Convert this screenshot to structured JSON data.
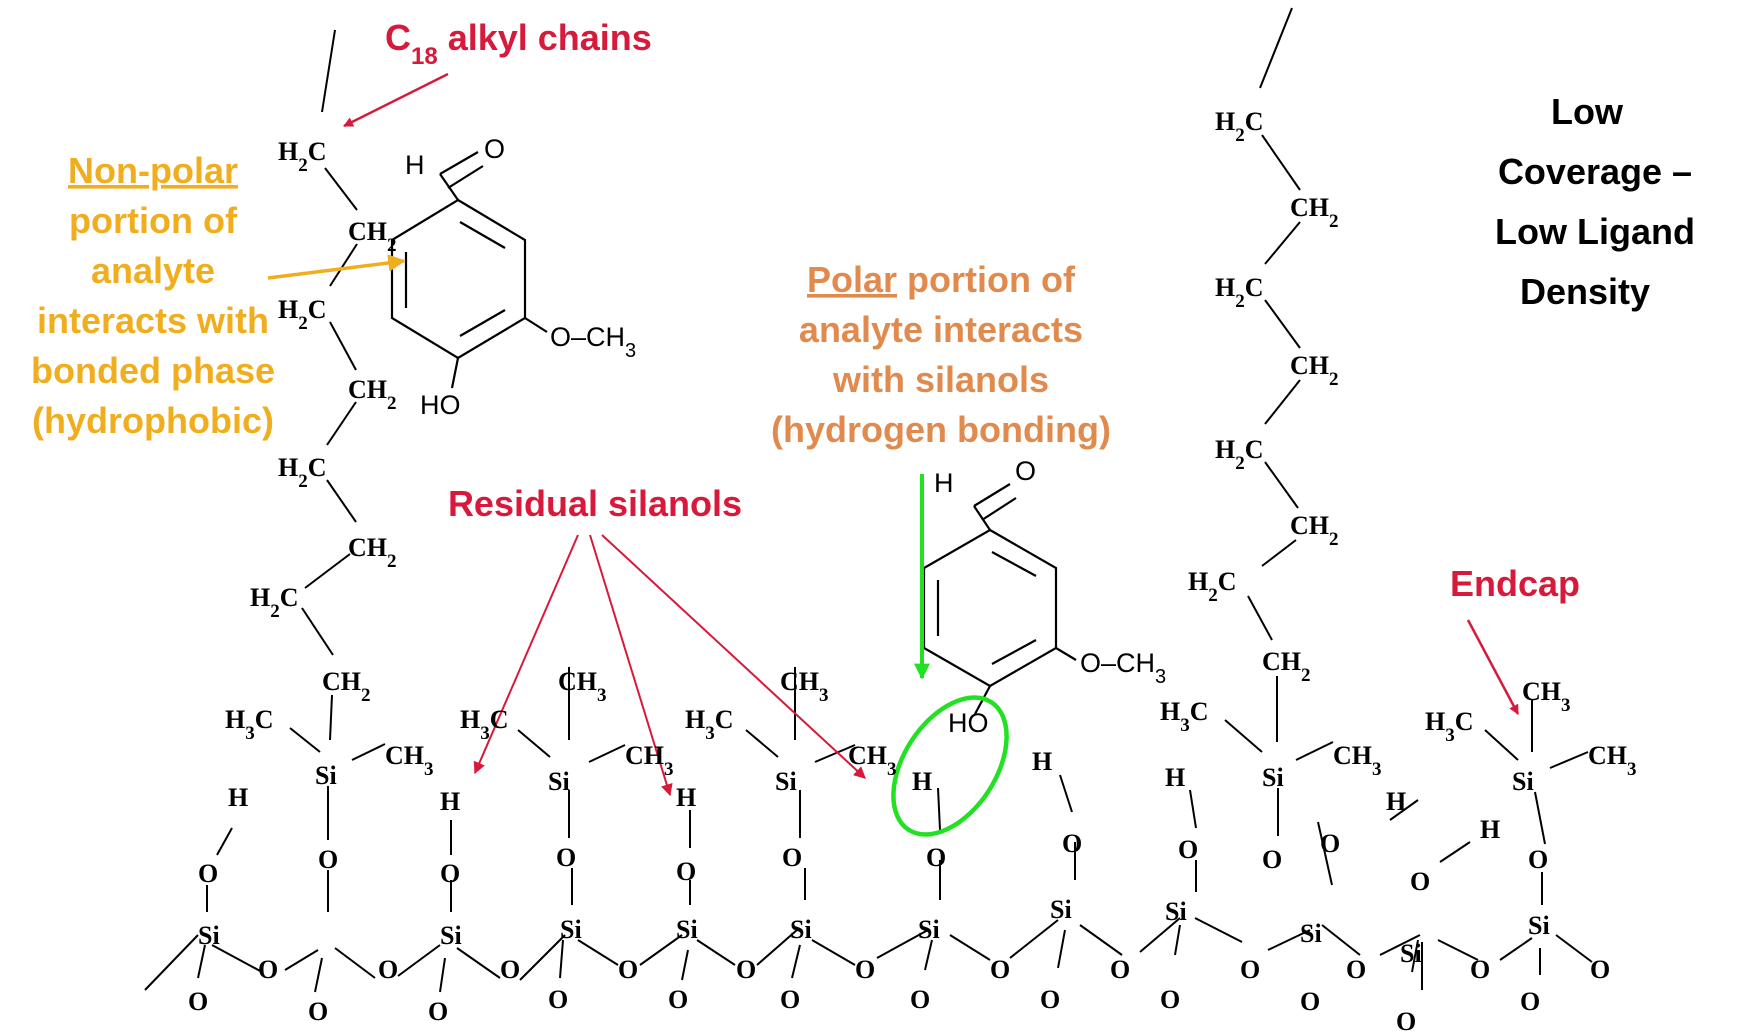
{
  "labels": {
    "c18_pre": "C",
    "c18_sub": "18",
    "c18_post": " alkyl chains",
    "nonpolar_underlined": "Non-polar",
    "nonpolar_line2": "portion of",
    "nonpolar_line3": "analyte",
    "nonpolar_line4": "interacts with",
    "nonpolar_line5": "bonded phase",
    "nonpolar_line6": "(hydrophobic)",
    "polar_underlined": "Polar",
    "polar_line1_rest": " portion of",
    "polar_line2": "analyte interacts",
    "polar_line3": "with silanols",
    "polar_line4": "(hydrogen bonding)",
    "residual": "Residual silanols",
    "endcap": "Endcap",
    "title_line1": "Low",
    "title_line2": "Coverage –",
    "title_line3": "Low Ligand",
    "title_line4": "Density"
  },
  "colors": {
    "red": "#d7193b",
    "orange": "#f0ae1f",
    "brown_orange": "#e08a4e",
    "green": "#22e022",
    "black": "#000000"
  },
  "atoms": {
    "Si": "Si",
    "O": "O",
    "H": "H",
    "C": "C",
    "CH": "CH",
    "H_letter": "H",
    "sub2": "2",
    "sub3": "3"
  },
  "analyte": {
    "aldehyde_H": "H",
    "aldehyde_O": "O",
    "methoxy": "O–CH",
    "methoxy_sub": "3",
    "hydroxyl": "HO"
  }
}
